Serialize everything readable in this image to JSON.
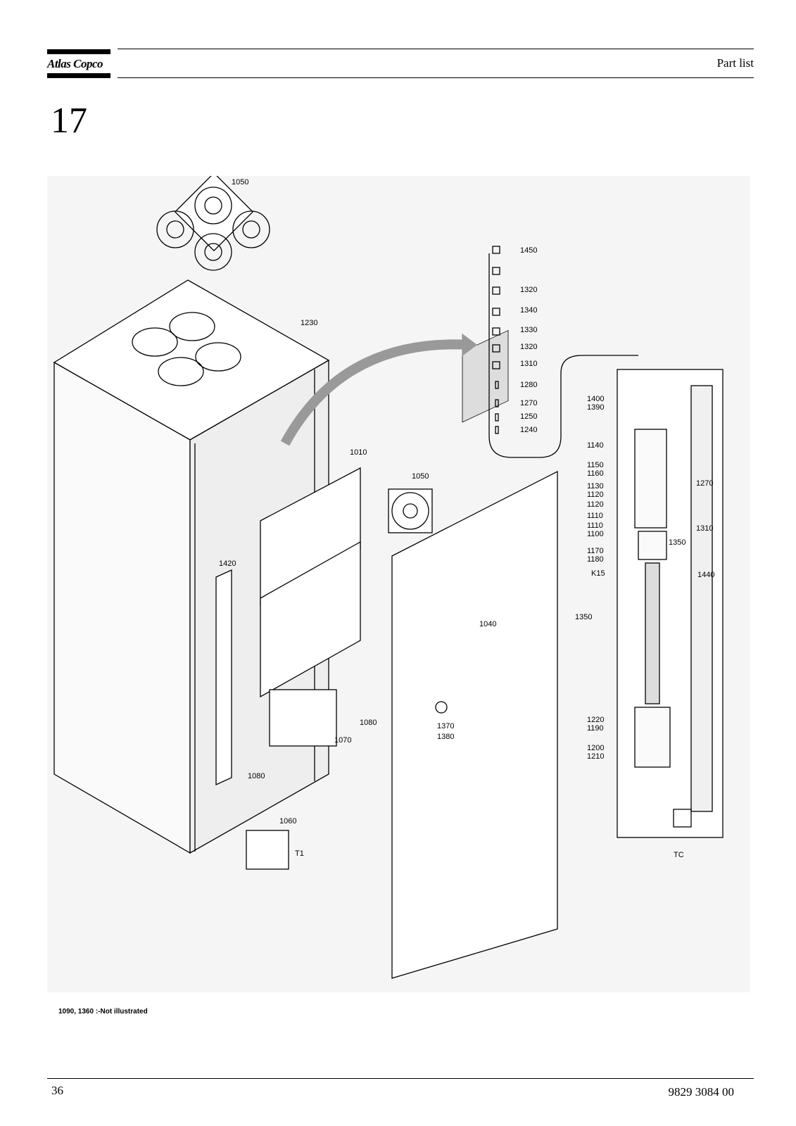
{
  "header": {
    "brand": "Atlas Copco",
    "title": "Part list"
  },
  "chapter": "17",
  "figure": {
    "labels": {
      "fan_top": "1050",
      "cabinet": "1230",
      "cover_plate": "1010",
      "fan_door": "1050",
      "cable_duct": "1420",
      "grille": "1040",
      "breaker": "1070",
      "pad_right": "1080",
      "pad_left": "1080",
      "button_a": "1370",
      "button_b": "1380",
      "transformer": "1060",
      "transformer_tag": "T1",
      "r1450": "1450",
      "r1320a": "1320",
      "r1340": "1340",
      "r1330": "1330",
      "r1320b": "1320",
      "r1310": "1310",
      "r1280": "1280",
      "r1270": "1270",
      "r1250": "1250",
      "r1240": "1240",
      "p1400": "1400",
      "p1390": "1390",
      "p1140": "1140",
      "p1150": "1150",
      "p1160": "1160",
      "p1130": "1130",
      "p1120a": "1120",
      "p1120b": "1120",
      "p1110a": "1110",
      "p1110b": "1110",
      "p1100": "1100",
      "p1170": "1170",
      "p1180": "1180",
      "pK15": "K15",
      "p1350a": "1350",
      "p1350b": "1350",
      "p1220": "1220",
      "p1190": "1190",
      "p1200": "1200",
      "p1210": "1210",
      "p1270": "1270",
      "p1310": "1310",
      "p1440": "1440",
      "pTC": "TC"
    },
    "note": "1090, 1360 :-Not illustrated"
  },
  "footer": {
    "page": "36",
    "doc_number": "9829 3084 00"
  }
}
